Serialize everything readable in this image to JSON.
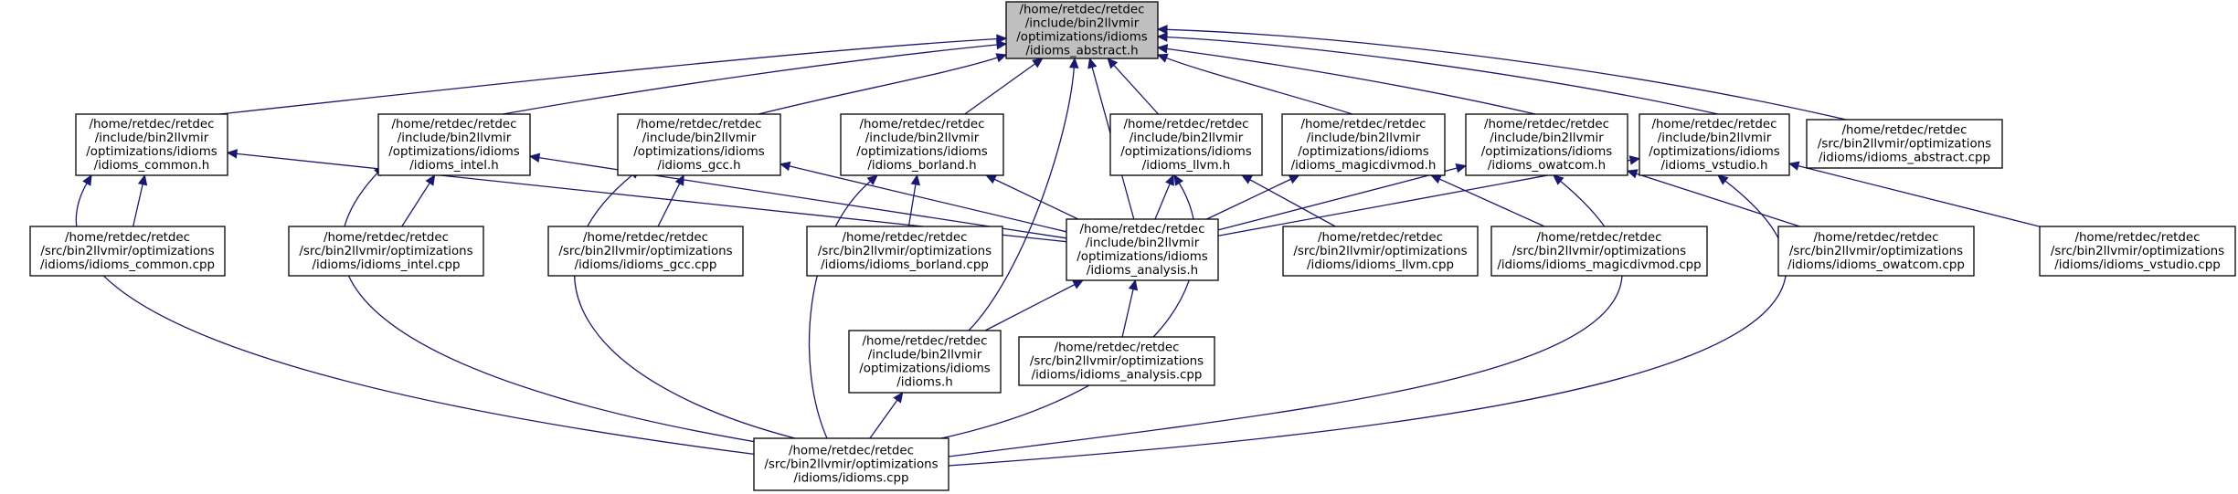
{
  "diagram": {
    "nodes": [
      {
        "id": "abstract_h",
        "role": "root",
        "lines": [
          "/home/retdec/retdec",
          "/include/bin2llvmir",
          "/optimizations/idioms",
          "/idioms_abstract.h"
        ]
      },
      {
        "id": "common_h",
        "lines": [
          "/home/retdec/retdec",
          "/include/bin2llvmir",
          "/optimizations/idioms",
          "/idioms_common.h"
        ]
      },
      {
        "id": "intel_h",
        "lines": [
          "/home/retdec/retdec",
          "/include/bin2llvmir",
          "/optimizations/idioms",
          "/idioms_intel.h"
        ]
      },
      {
        "id": "gcc_h",
        "lines": [
          "/home/retdec/retdec",
          "/include/bin2llvmir",
          "/optimizations/idioms",
          "/idioms_gcc.h"
        ]
      },
      {
        "id": "borland_h",
        "lines": [
          "/home/retdec/retdec",
          "/include/bin2llvmir",
          "/optimizations/idioms",
          "/idioms_borland.h"
        ]
      },
      {
        "id": "llvm_h",
        "lines": [
          "/home/retdec/retdec",
          "/include/bin2llvmir",
          "/optimizations/idioms",
          "/idioms_llvm.h"
        ]
      },
      {
        "id": "magicdivmod_h",
        "lines": [
          "/home/retdec/retdec",
          "/include/bin2llvmir",
          "/optimizations/idioms",
          "/idioms_magicdivmod.h"
        ]
      },
      {
        "id": "owatcom_h",
        "lines": [
          "/home/retdec/retdec",
          "/include/bin2llvmir",
          "/optimizations/idioms",
          "/idioms_owatcom.h"
        ]
      },
      {
        "id": "vstudio_h",
        "lines": [
          "/home/retdec/retdec",
          "/include/bin2llvmir",
          "/optimizations/idioms",
          "/idioms_vstudio.h"
        ]
      },
      {
        "id": "abstract_cpp",
        "lines": [
          "/home/retdec/retdec",
          "/src/bin2llvmir/optimizations",
          "/idioms/idioms_abstract.cpp"
        ]
      },
      {
        "id": "common_cpp",
        "lines": [
          "/home/retdec/retdec",
          "/src/bin2llvmir/optimizations",
          "/idioms/idioms_common.cpp"
        ]
      },
      {
        "id": "intel_cpp",
        "lines": [
          "/home/retdec/retdec",
          "/src/bin2llvmir/optimizations",
          "/idioms/idioms_intel.cpp"
        ]
      },
      {
        "id": "gcc_cpp",
        "lines": [
          "/home/retdec/retdec",
          "/src/bin2llvmir/optimizations",
          "/idioms/idioms_gcc.cpp"
        ]
      },
      {
        "id": "borland_cpp",
        "lines": [
          "/home/retdec/retdec",
          "/src/bin2llvmir/optimizations",
          "/idioms/idioms_borland.cpp"
        ]
      },
      {
        "id": "analysis_h",
        "lines": [
          "/home/retdec/retdec",
          "/include/bin2llvmir",
          "/optimizations/idioms",
          "/idioms_analysis.h"
        ]
      },
      {
        "id": "llvm_cpp",
        "lines": [
          "/home/retdec/retdec",
          "/src/bin2llvmir/optimizations",
          "/idioms/idioms_llvm.cpp"
        ]
      },
      {
        "id": "magicdivmod_cpp",
        "lines": [
          "/home/retdec/retdec",
          "/src/bin2llvmir/optimizations",
          "/idioms/idioms_magicdivmod.cpp"
        ]
      },
      {
        "id": "owatcom_cpp",
        "lines": [
          "/home/retdec/retdec",
          "/src/bin2llvmir/optimizations",
          "/idioms/idioms_owatcom.cpp"
        ]
      },
      {
        "id": "vstudio_cpp",
        "lines": [
          "/home/retdec/retdec",
          "/src/bin2llvmir/optimizations",
          "/idioms/idioms_vstudio.cpp"
        ]
      },
      {
        "id": "idioms_h",
        "lines": [
          "/home/retdec/retdec",
          "/include/bin2llvmir",
          "/optimizations/idioms",
          "/idioms.h"
        ]
      },
      {
        "id": "analysis_cpp",
        "lines": [
          "/home/retdec/retdec",
          "/src/bin2llvmir/optimizations",
          "/idioms/idioms_analysis.cpp"
        ]
      },
      {
        "id": "idioms_cpp",
        "lines": [
          "/home/retdec/retdec",
          "/src/bin2llvmir/optimizations",
          "/idioms/idioms.cpp"
        ]
      }
    ],
    "edges": [
      {
        "from": "common_h",
        "to": "abstract_h"
      },
      {
        "from": "intel_h",
        "to": "abstract_h"
      },
      {
        "from": "gcc_h",
        "to": "abstract_h"
      },
      {
        "from": "borland_h",
        "to": "abstract_h"
      },
      {
        "from": "llvm_h",
        "to": "abstract_h"
      },
      {
        "from": "magicdivmod_h",
        "to": "abstract_h"
      },
      {
        "from": "owatcom_h",
        "to": "abstract_h"
      },
      {
        "from": "vstudio_h",
        "to": "abstract_h"
      },
      {
        "from": "abstract_cpp",
        "to": "abstract_h"
      },
      {
        "from": "analysis_h",
        "to": "abstract_h"
      },
      {
        "from": "idioms_h",
        "to": "abstract_h"
      },
      {
        "from": "common_cpp",
        "to": "common_h"
      },
      {
        "from": "analysis_h",
        "to": "common_h"
      },
      {
        "from": "idioms_cpp",
        "to": "common_h"
      },
      {
        "from": "intel_cpp",
        "to": "intel_h"
      },
      {
        "from": "analysis_h",
        "to": "intel_h"
      },
      {
        "from": "idioms_cpp",
        "to": "intel_h"
      },
      {
        "from": "gcc_cpp",
        "to": "gcc_h"
      },
      {
        "from": "analysis_h",
        "to": "gcc_h"
      },
      {
        "from": "idioms_cpp",
        "to": "gcc_h"
      },
      {
        "from": "borland_cpp",
        "to": "borland_h"
      },
      {
        "from": "analysis_h",
        "to": "borland_h"
      },
      {
        "from": "idioms_cpp",
        "to": "borland_h"
      },
      {
        "from": "llvm_cpp",
        "to": "llvm_h"
      },
      {
        "from": "analysis_h",
        "to": "llvm_h"
      },
      {
        "from": "idioms_cpp",
        "to": "llvm_h"
      },
      {
        "from": "magicdivmod_cpp",
        "to": "magicdivmod_h"
      },
      {
        "from": "analysis_h",
        "to": "magicdivmod_h"
      },
      {
        "from": "owatcom_cpp",
        "to": "owatcom_h"
      },
      {
        "from": "analysis_h",
        "to": "owatcom_h"
      },
      {
        "from": "idioms_cpp",
        "to": "owatcom_h"
      },
      {
        "from": "vstudio_cpp",
        "to": "vstudio_h"
      },
      {
        "from": "analysis_h",
        "to": "vstudio_h"
      },
      {
        "from": "idioms_cpp",
        "to": "vstudio_h"
      },
      {
        "from": "idioms_h",
        "to": "analysis_h"
      },
      {
        "from": "analysis_cpp",
        "to": "analysis_h"
      },
      {
        "from": "idioms_cpp",
        "to": "idioms_h"
      }
    ],
    "colors": {
      "edge": "#191970",
      "root_fill": "#bfbfbf",
      "node_fill": "#ffffff",
      "border": "#000000"
    }
  }
}
